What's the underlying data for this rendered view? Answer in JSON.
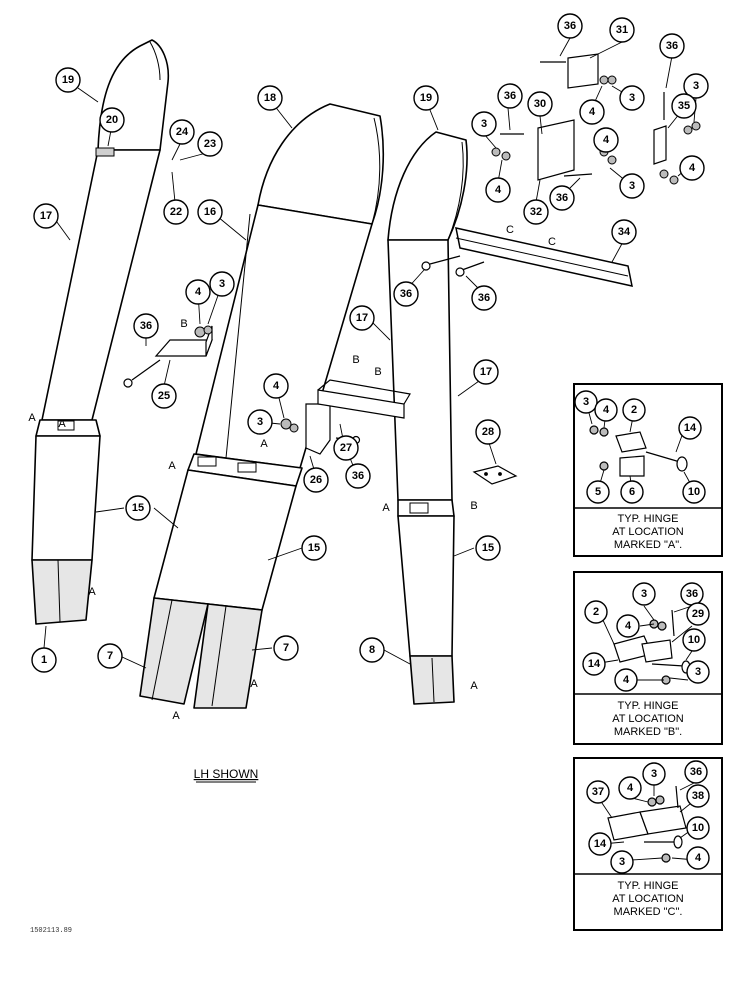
{
  "drawing_caption": "LH SHOWN",
  "drawing_code": "1502113.89",
  "callouts": [
    {
      "id": "c19-left",
      "label": "19"
    },
    {
      "id": "c20",
      "label": "20"
    },
    {
      "id": "c24",
      "label": "24"
    },
    {
      "id": "c23",
      "label": "23"
    },
    {
      "id": "c22",
      "label": "22"
    },
    {
      "id": "c17-left",
      "label": "17"
    },
    {
      "id": "c18",
      "label": "18"
    },
    {
      "id": "c16",
      "label": "16"
    },
    {
      "id": "c4-a",
      "label": "4"
    },
    {
      "id": "c3-a",
      "label": "3"
    },
    {
      "id": "c36-a",
      "label": "36"
    },
    {
      "id": "c25",
      "label": "25"
    },
    {
      "id": "c4-b",
      "label": "4"
    },
    {
      "id": "c3-b",
      "label": "3"
    },
    {
      "id": "c26",
      "label": "26"
    },
    {
      "id": "c27",
      "label": "27"
    },
    {
      "id": "c36-b",
      "label": "36"
    },
    {
      "id": "c17-mid",
      "label": "17"
    },
    {
      "id": "c17-right",
      "label": "17"
    },
    {
      "id": "c15-left",
      "label": "15"
    },
    {
      "id": "c15-mid",
      "label": "15"
    },
    {
      "id": "c15-right",
      "label": "15"
    },
    {
      "id": "c1",
      "label": "1"
    },
    {
      "id": "c7-left",
      "label": "7"
    },
    {
      "id": "c7-right",
      "label": "7"
    },
    {
      "id": "c8",
      "label": "8"
    },
    {
      "id": "c28",
      "label": "28"
    },
    {
      "id": "c19-right",
      "label": "19"
    },
    {
      "id": "c36-c",
      "label": "36"
    },
    {
      "id": "c36-d",
      "label": "36"
    },
    {
      "id": "c36-e",
      "label": "36"
    },
    {
      "id": "c30",
      "label": "30"
    },
    {
      "id": "c3-c",
      "label": "3"
    },
    {
      "id": "c4-c",
      "label": "4"
    },
    {
      "id": "c32",
      "label": "32"
    },
    {
      "id": "c36-f",
      "label": "36"
    },
    {
      "id": "c36-g",
      "label": "36"
    },
    {
      "id": "c31",
      "label": "31"
    },
    {
      "id": "c4-d",
      "label": "4"
    },
    {
      "id": "c3-d",
      "label": "3"
    },
    {
      "id": "c4-e",
      "label": "4"
    },
    {
      "id": "c36-h",
      "label": "36"
    },
    {
      "id": "c3-e",
      "label": "3"
    },
    {
      "id": "c35",
      "label": "35"
    },
    {
      "id": "c4-f",
      "label": "4"
    },
    {
      "id": "c3-f",
      "label": "3"
    },
    {
      "id": "c34",
      "label": "34"
    }
  ],
  "location_markers": [
    {
      "id": "m-a1",
      "label": "A"
    },
    {
      "id": "m-a2",
      "label": "A"
    },
    {
      "id": "m-a3",
      "label": "A"
    },
    {
      "id": "m-a4",
      "label": "A"
    },
    {
      "id": "m-a5",
      "label": "A"
    },
    {
      "id": "m-a6",
      "label": "A"
    },
    {
      "id": "m-a7",
      "label": "A"
    },
    {
      "id": "m-a8",
      "label": "A"
    },
    {
      "id": "m-a9",
      "label": "A"
    },
    {
      "id": "m-b1",
      "label": "B"
    },
    {
      "id": "m-b2",
      "label": "B"
    },
    {
      "id": "m-b3",
      "label": "B"
    },
    {
      "id": "m-b4",
      "label": "B"
    },
    {
      "id": "m-c1",
      "label": "C"
    },
    {
      "id": "m-c2",
      "label": "C"
    }
  ],
  "hinge_panels": [
    {
      "caption": [
        "TYP. HINGE",
        "AT LOCATION",
        "MARKED \"A\"."
      ],
      "callouts": [
        "3",
        "4",
        "2",
        "14",
        "5",
        "6",
        "10"
      ]
    },
    {
      "caption": [
        "TYP. HINGE",
        "AT LOCATION",
        "MARKED \"B\"."
      ],
      "callouts": [
        "3",
        "36",
        "4",
        "29",
        "2",
        "10",
        "14",
        "3",
        "4"
      ]
    },
    {
      "caption": [
        "TYP. HINGE",
        "AT LOCATION",
        "MARKED \"C\"."
      ],
      "callouts": [
        "3",
        "36",
        "37",
        "4",
        "38",
        "10",
        "14",
        "3",
        "4"
      ]
    }
  ]
}
